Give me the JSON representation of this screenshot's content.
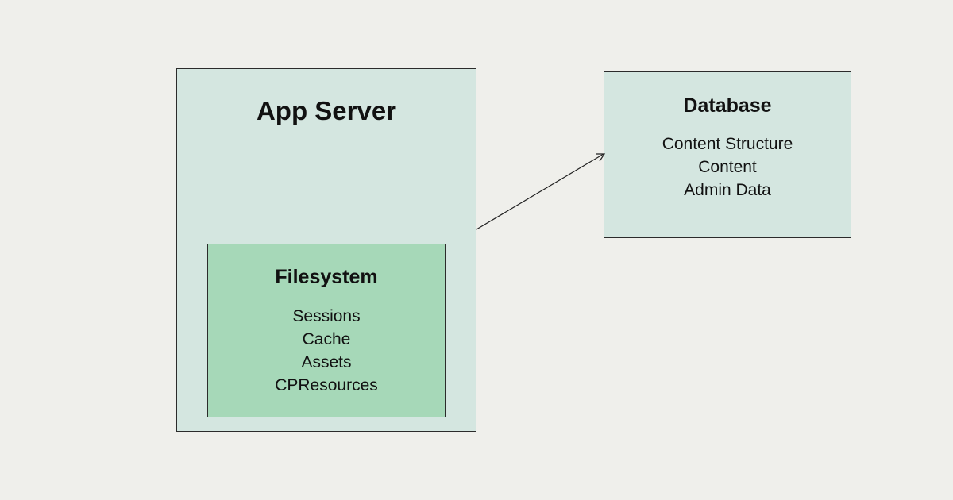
{
  "app_server": {
    "title": "App Server"
  },
  "filesystem": {
    "title": "Filesystem",
    "items": [
      "Sessions",
      "Cache",
      "Assets",
      "CPResources"
    ]
  },
  "database": {
    "title": "Database",
    "items": [
      "Content Structure",
      "Content",
      "Admin Data"
    ]
  },
  "colors": {
    "background": "#efefeb",
    "server_fill": "#d4e6e0",
    "filesystem_fill": "#a6d8b8",
    "database_fill": "#d4e6e0",
    "border": "#2b2b2b",
    "arrow": "#222222"
  }
}
